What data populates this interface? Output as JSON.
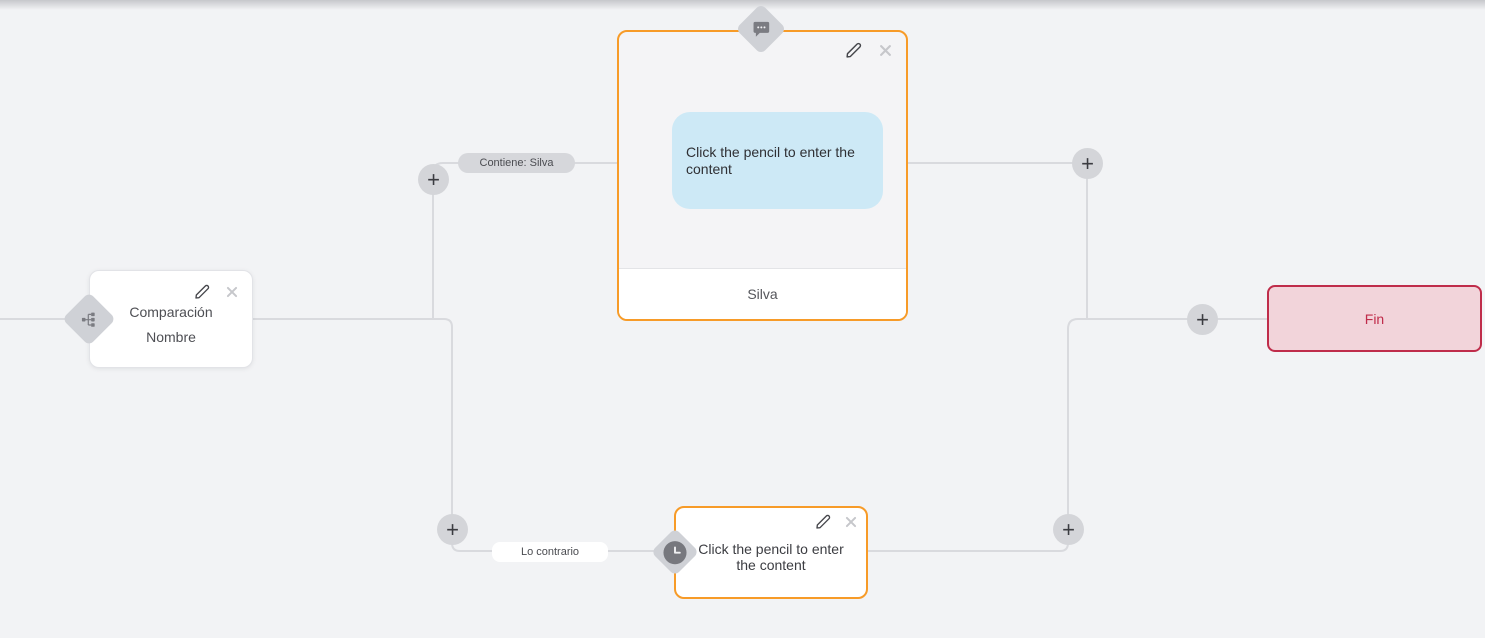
{
  "canvas": {
    "background": "#f2f3f5",
    "edge_color": "#d9dade"
  },
  "colors": {
    "node_accent_orange": "#f79b28",
    "end_node_border": "#bf2c4a",
    "end_node_background": "#f2d4da",
    "bubble_blue": "#cde9f6",
    "badge_gray": "#cfd1d6"
  },
  "nodes": {
    "condition": {
      "icon": "branch-icon",
      "line1": "Comparación",
      "line2": "Nombre"
    },
    "message": {
      "icon": "chat-bubble-icon",
      "bubble_text": "Click the pencil to enter the content",
      "footer": "Silva"
    },
    "action": {
      "icon": "clock-icon",
      "text": "Click the pencil to enter the content"
    },
    "end": {
      "label": "Fin"
    }
  },
  "edges": {
    "labels": [
      {
        "text": "Contiene: Silva"
      },
      {
        "text": "Lo contrario"
      }
    ]
  },
  "ui": {
    "add_label": "+",
    "edit_icon": "pencil-icon",
    "remove_icon": "close-icon",
    "add_icon": "plus-icon"
  }
}
